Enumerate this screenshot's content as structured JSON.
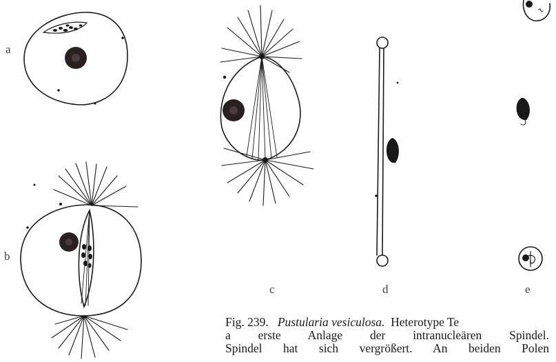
{
  "panels": {
    "a": "a",
    "b": "b",
    "c": "c",
    "d": "d",
    "e": "e"
  },
  "caption": {
    "fig_number": "Fig. 239.",
    "species": "Pustularia vesiculosa.",
    "line1_rest": "Heterotype Te",
    "line2": "a erste Anlage der intranucleären Spindel.",
    "line3": "Spindel hat sich vergrößert. An beiden Polen"
  },
  "colors": {
    "ink": "#1a1a1a",
    "nucleolus": "#2a2020",
    "paper": "#ffffff"
  }
}
